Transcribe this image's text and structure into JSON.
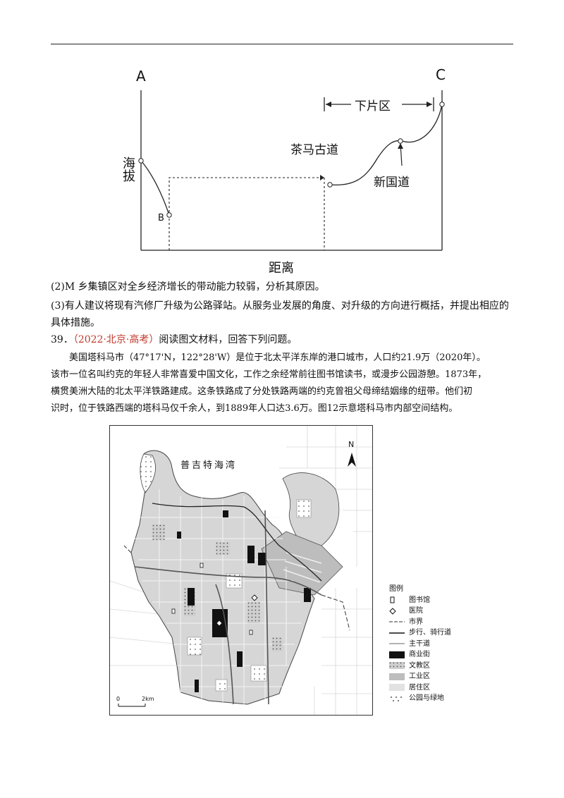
{
  "profile_chart": {
    "label_a": "A",
    "label_b": "B",
    "label_c": "C",
    "ylabel": "海拔",
    "xlabel": "距离",
    "region_label": "下片区",
    "tea_horse_road": "茶马古道",
    "new_national_road": "新国道"
  },
  "questions": {
    "q2": "(2)M 乡集镇区对全乡经济增长的带动能力较弱，分析其原因。",
    "q3_line1": "(3)有人建议将现有汽修厂升级为公路驿站。从服务业发展的角度、对升级的方向进行概括，并提出相应的",
    "q3_line2": "具体措施。",
    "q39_number": "39．",
    "q39_source": "（2022·北京·高考）",
    "q39_prompt": "阅读图文材料，回答下列问题。"
  },
  "passage": {
    "line1": "美国塔科马市（47°17'N，122°28'W）是位于北太平洋东岸的港口城市，人口约21.9万（2020年）。",
    "line2": "该市一位名叫约克的年轻人非常喜爱中国文化，工作之余经常前往图书馆读书，或漫步公园游憩。1873年，",
    "line3": "横贯美洲大陆的北太平洋铁路建成。这条铁路成了分处铁路两端的约克曾祖父母缔结姻缘的纽带。他们初",
    "line4": "识时，位于铁路西端的塔科马仅千余人，到1889年人口达3.6万。图12示意塔科马市内部空间结构。"
  },
  "map": {
    "bay_label": "普吉特海湾",
    "north_label": "N",
    "scale_zero": "0",
    "scale_end": "2km"
  },
  "legend": {
    "title": "图例",
    "items": [
      {
        "label": "图书馆",
        "symbol": "library"
      },
      {
        "label": "医院",
        "symbol": "hospital"
      },
      {
        "label": "市界",
        "symbol": "boundary"
      },
      {
        "label": "步行、骑行道",
        "symbol": "trail"
      },
      {
        "label": "主干道",
        "symbol": "arterial"
      },
      {
        "label": "商业街",
        "symbol": "commercial"
      },
      {
        "label": "文教区",
        "symbol": "education"
      },
      {
        "label": "工业区",
        "symbol": "industrial"
      },
      {
        "label": "居住区",
        "symbol": "residential"
      },
      {
        "label": "公园与绿地",
        "symbol": "park"
      }
    ]
  }
}
